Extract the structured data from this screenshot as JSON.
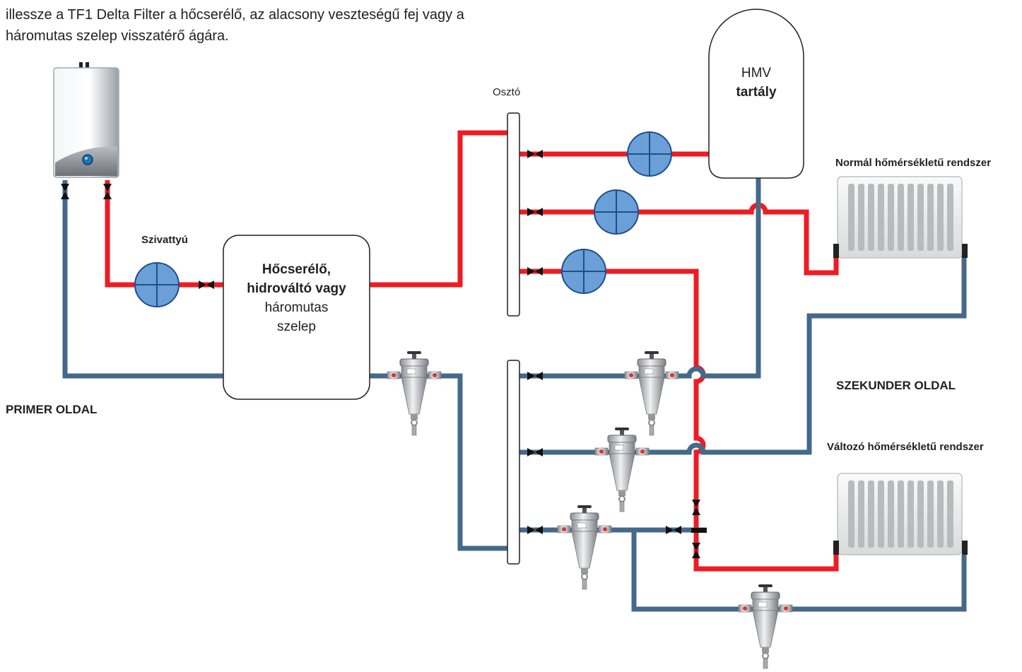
{
  "intro": {
    "line1": "illessze a TF1 Delta Filter a hőcserélő, az alacsony veszteségű fej vagy a",
    "line2": "háromutas szelep visszatérő ágára."
  },
  "labels": {
    "distributor": "Osztó",
    "pump": "Szivattyú",
    "primary_side": "PRIMER OLDAL",
    "secondary_side": "SZEKUNDER OLDAL",
    "normal_system": "Normál hőmérsékletű rendszer",
    "variable_system": "Változó hőmérsékletű rendszer"
  },
  "heat_exchanger": {
    "line1": "Hőcserélő,",
    "line2": "hidrováltó vagy",
    "line3": "háromutas",
    "line4": "szelep"
  },
  "tank": {
    "line1": "HMV",
    "line2": "tartály"
  },
  "colors": {
    "flow_pipe": "#ed1c24",
    "return_pipe": "#45698c",
    "pump_fill": "#6a9fd8",
    "pump_stroke": "#1f4e8c"
  }
}
